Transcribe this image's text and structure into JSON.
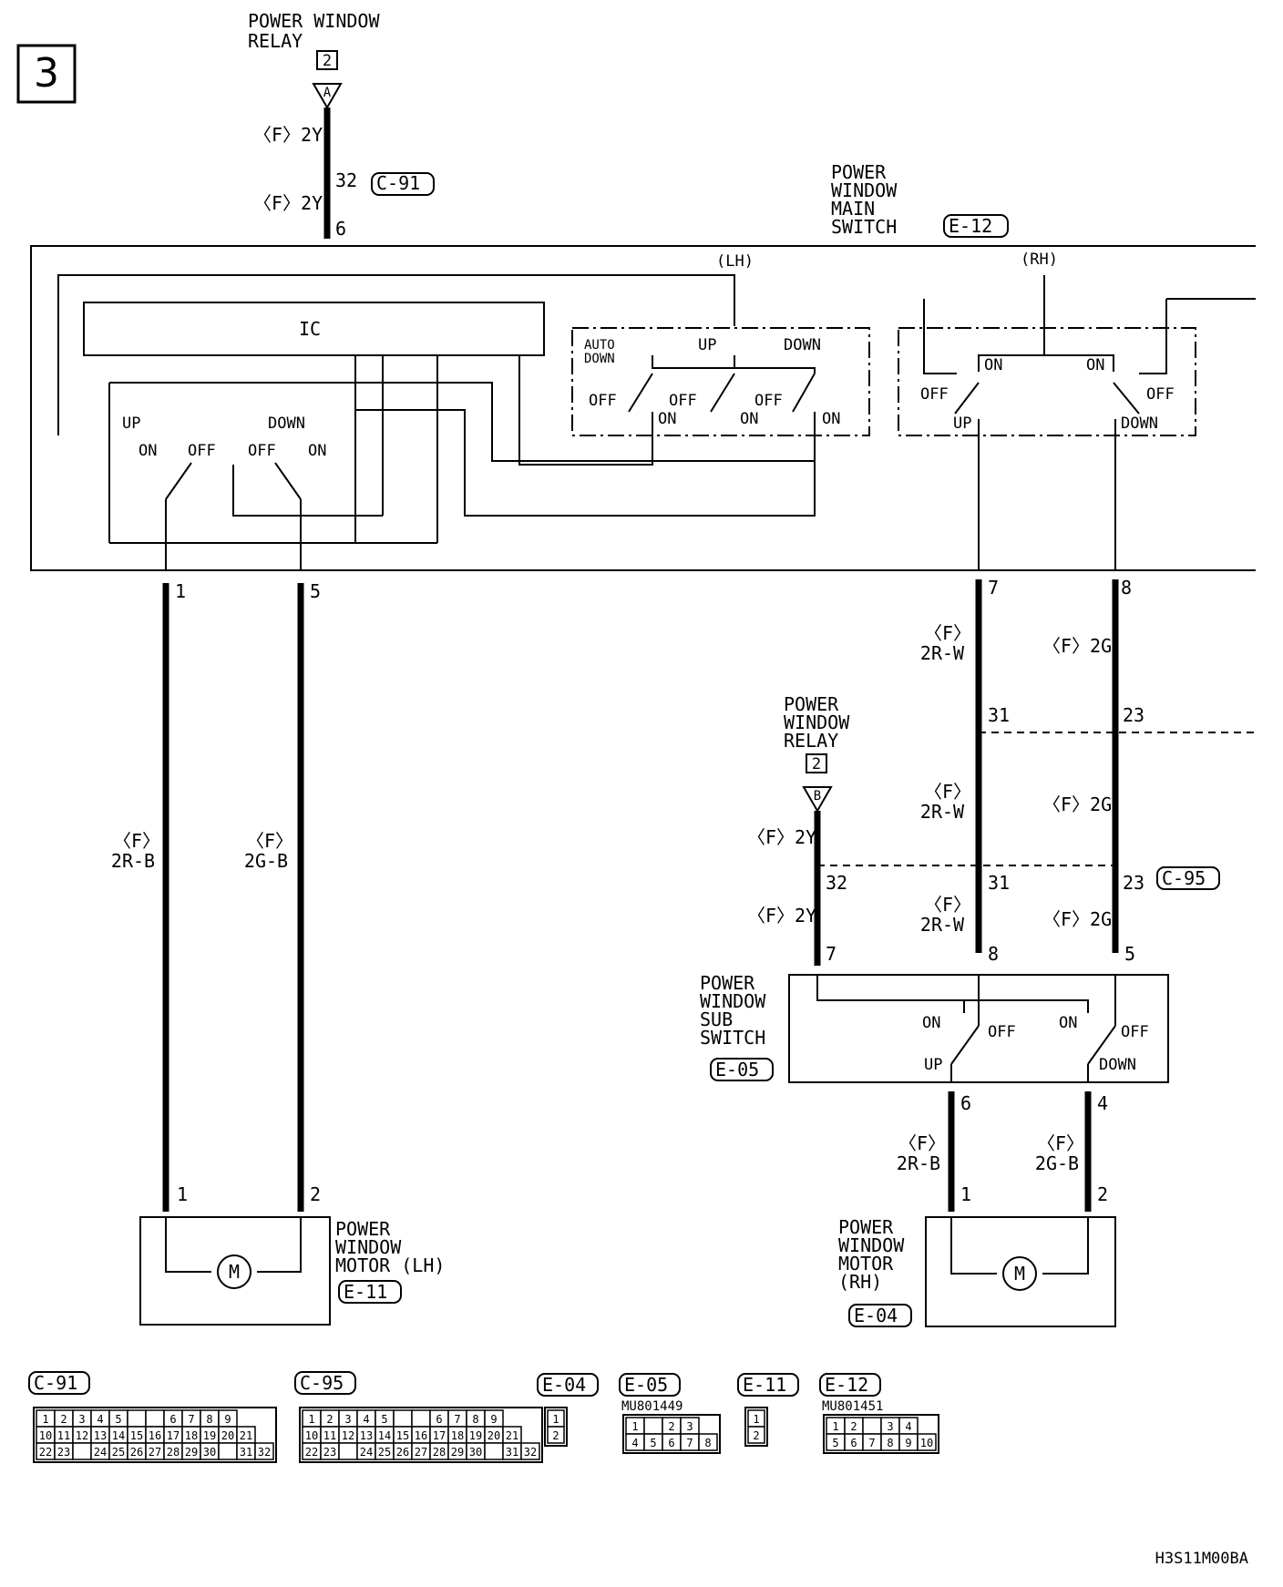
{
  "page_number": "3",
  "footer_code": "H3S11M00BA",
  "relay_top": {
    "line1": "POWER WINDOW",
    "line2": "RELAY",
    "num": "2",
    "conn": "A"
  },
  "relay_mid": {
    "line1": "POWER",
    "line2": "WINDOW",
    "line3": "RELAY",
    "num": "2",
    "conn": "B"
  },
  "main_switch": {
    "line1": "POWER",
    "line2": "WINDOW",
    "line3": "MAIN",
    "line4": "SWITCH",
    "connector": "E-12"
  },
  "sub_switch": {
    "line1": "POWER",
    "line2": "WINDOW",
    "line3": "SUB",
    "line4": "SWITCH",
    "connector": "E-05"
  },
  "motor_lh": {
    "line1": "POWER",
    "line2": "WINDOW",
    "line3": "MOTOR (LH)",
    "connector": "E-11",
    "symbol": "M"
  },
  "motor_rh": {
    "line1": "POWER",
    "line2": "WINDOW",
    "line3": "MOTOR",
    "line4": "(RH)",
    "connector": "E-04",
    "symbol": "M"
  },
  "labels": {
    "ic": "IC",
    "lh": "(LH)",
    "rh": "(RH)",
    "auto_down_1": "AUTO",
    "auto_down_2": "DOWN",
    "up": "UP",
    "down": "DOWN",
    "on": "ON",
    "off": "OFF",
    "f": "〈F〉"
  },
  "wires": {
    "w2y": "〈F〉2Y",
    "r_w": "2R-W",
    "g2": "〈F〉2G",
    "r_b": "2R-B",
    "g_b": "2G-B"
  },
  "pins": {
    "p32": "32",
    "p6": "6",
    "p1": "1",
    "p5": "5",
    "p7": "7",
    "p8": "8",
    "p31": "31",
    "p23": "23",
    "p4": "4",
    "p2": "2"
  },
  "connectors": {
    "c91": "C-91",
    "c95": "C-95",
    "e04": "E-04",
    "e05": "E-05",
    "e11": "E-11",
    "e12": "E-12"
  },
  "part_numbers": {
    "e05": "MU801449",
    "e12": "MU801451"
  },
  "c91_rows": [
    [
      "1",
      "2",
      "3",
      "4",
      "5",
      "",
      "",
      "6",
      "7",
      "8",
      "9"
    ],
    [
      "10",
      "11",
      "12",
      "13",
      "14",
      "15",
      "16",
      "17",
      "18",
      "19",
      "20",
      "21"
    ],
    [
      "22",
      "23",
      "",
      "24",
      "25",
      "26",
      "27",
      "28",
      "29",
      "30",
      "",
      "31",
      "32"
    ]
  ],
  "c95_rows": [
    [
      "1",
      "2",
      "3",
      "4",
      "5",
      "",
      "",
      "6",
      "7",
      "8",
      "9"
    ],
    [
      "10",
      "11",
      "12",
      "13",
      "14",
      "15",
      "16",
      "17",
      "18",
      "19",
      "20",
      "21"
    ],
    [
      "22",
      "23",
      "",
      "24",
      "25",
      "26",
      "27",
      "28",
      "29",
      "30",
      "",
      "31",
      "32"
    ]
  ],
  "e05_rows": [
    [
      "1",
      "",
      "2",
      "3"
    ],
    [
      "4",
      "5",
      "6",
      "7",
      "8"
    ]
  ],
  "e12_rows": [
    [
      "1",
      "2",
      "",
      "3",
      "4"
    ],
    [
      "5",
      "6",
      "7",
      "8",
      "9",
      "10"
    ]
  ],
  "e04_rows": [
    [
      "1"
    ],
    [
      "2"
    ]
  ],
  "e11_rows": [
    [
      "1"
    ],
    [
      "2"
    ]
  ]
}
